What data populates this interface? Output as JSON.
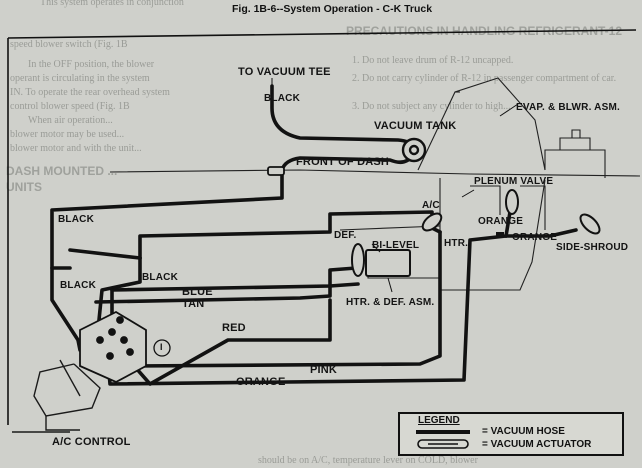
{
  "page_title": "Fig. 1B-6--System Operation - C-K Truck",
  "background_text": {
    "left_para": [
      "This system operates in conjunction",
      "speed blower switch (Fig. 1B",
      "In the OFF position, the blower",
      "operant is circulating in the system",
      "IN. To operate the rear overhead system",
      "control blower speed (Fig. 1B",
      "When air operation...",
      "blower motor may be used...",
      "blower motor and with the unit..."
    ],
    "left_heading": "DASH MOUNTED ...",
    "left_heading2": "UNITS",
    "right_heading": "PRECAUTIONS IN HANDLING REFRIGERANT-12",
    "right_items": [
      "1. Do not leave drum of R-12 uncapped.",
      "2. Do not carry cylinder of R-12 in passenger compartment of car.",
      "3. Do not subject any cylinder to high..."
    ],
    "bottom_para": [
      "should be on A/C, temperature lever on COLD, blower"
    ]
  },
  "labels": {
    "to_vacuum_tee": "TO VACUUM TEE",
    "black_top": "BLACK",
    "vacuum_tank": "VACUUM TANK",
    "evap_blwr": "EVAP. & BLWR. ASM.",
    "front_of_dash": "FRONT OF DASH",
    "plenum_valve": "PLENUM VALVE",
    "ac": "A/C",
    "orange_mid": "ORANGE",
    "orange_right": "ORANGE",
    "side_shroud": "SIDE-SHROUD",
    "htr": "HTR.",
    "def": "DEF.",
    "bi_level": "BI-LEVEL",
    "htr_def_asm": "HTR. & DEF. ASM.",
    "black_left1": "BLACK",
    "black_left2": "BLACK",
    "black_mid": "BLACK",
    "blue": "BLUE",
    "tan": "TAN",
    "red": "RED",
    "pink": "PINK",
    "orange_bottom": "ORANGE",
    "ac_control": "A/C CONTROL",
    "callout": "I"
  },
  "legend": {
    "title": "LEGEND",
    "hose": "= VACUUM HOSE",
    "actuator": "= VACUUM ACTUATOR"
  },
  "colors": {
    "hose": "#121212",
    "paper": "#cfd0cb",
    "ghost": "#9a9c97"
  }
}
